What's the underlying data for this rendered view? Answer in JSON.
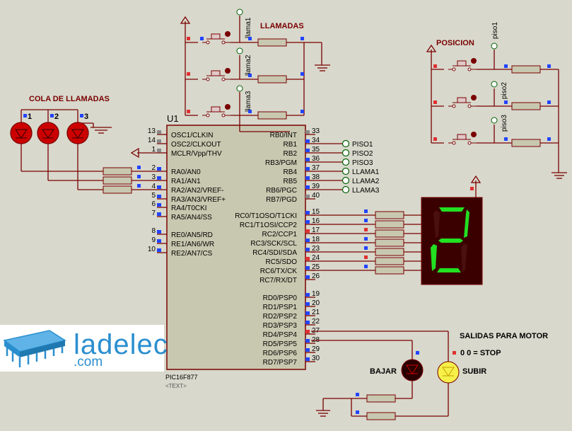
{
  "headings": {
    "llamadas": "LLAMADAS",
    "posicion": "POSICION",
    "cola": "COLA DE LLAMADAS",
    "salidas": "SALIDAS PARA MOTOR",
    "stop": "0  0 = STOP",
    "bajar": "BAJAR",
    "subir": "SUBIR"
  },
  "chip": {
    "ref": "U1",
    "part": "PIC16F877",
    "text": "<TEXT>",
    "left_pins": [
      {
        "num": "13",
        "name": "OSC1/CLKIN"
      },
      {
        "num": "14",
        "name": "OSC2/CLKOUT"
      },
      {
        "num": "1",
        "name": "MCLR/Vpp/THV"
      },
      {
        "num": "2",
        "name": "RA0/AN0"
      },
      {
        "num": "3",
        "name": "RA1/AN1"
      },
      {
        "num": "4",
        "name": "RA2/AN2/VREF-"
      },
      {
        "num": "5",
        "name": "RA3/AN3/VREF+"
      },
      {
        "num": "6",
        "name": "RA4/T0CKI"
      },
      {
        "num": "7",
        "name": "RA5/AN4/SS"
      },
      {
        "num": "8",
        "name": "RE0/AN5/RD"
      },
      {
        "num": "9",
        "name": "RE1/AN6/WR"
      },
      {
        "num": "10",
        "name": "RE2/AN7/CS"
      }
    ],
    "right_pins": [
      {
        "num": "33",
        "name": "RB0/INT"
      },
      {
        "num": "34",
        "name": "RB1"
      },
      {
        "num": "35",
        "name": "RB2"
      },
      {
        "num": "36",
        "name": "RB3/PGM"
      },
      {
        "num": "37",
        "name": "RB4"
      },
      {
        "num": "38",
        "name": "RB5"
      },
      {
        "num": "39",
        "name": "RB6/PGC"
      },
      {
        "num": "40",
        "name": "RB7/PGD"
      },
      {
        "num": "15",
        "name": "RC0/T1OSO/T1CKI"
      },
      {
        "num": "16",
        "name": "RC1/T1OSI/CCP2"
      },
      {
        "num": "17",
        "name": "RC2/CCP1"
      },
      {
        "num": "18",
        "name": "RC3/SCK/SCL"
      },
      {
        "num": "23",
        "name": "RC4/SDI/SDA"
      },
      {
        "num": "24",
        "name": "RC5/SDO"
      },
      {
        "num": "25",
        "name": "RC6/TX/CK"
      },
      {
        "num": "26",
        "name": "RC7/RX/DT"
      },
      {
        "num": "19",
        "name": "RD0/PSP0"
      },
      {
        "num": "20",
        "name": "RD1/PSP1"
      },
      {
        "num": "21",
        "name": "RD2/PSP2"
      },
      {
        "num": "22",
        "name": "RD3/PSP3"
      },
      {
        "num": "27",
        "name": "RD4/PSP4"
      },
      {
        "num": "28",
        "name": "RD5/PSP5"
      },
      {
        "num": "29",
        "name": "RD6/PSP6"
      },
      {
        "num": "30",
        "name": "RD7/PSP7"
      }
    ]
  },
  "net_labels": {
    "piso1": "PISO1",
    "piso2": "PISO2",
    "piso3": "PISO3",
    "llama1": "LLAMA1",
    "llama2": "LLAMA2",
    "llama3": "LLAMA3"
  },
  "switch_labels": {
    "llama1": "llama1",
    "llama2": "llama2",
    "llama3": "llama3",
    "piso1": "piso1",
    "piso2": "piso2",
    "piso3": "piso3"
  },
  "led_labels": [
    "1",
    "2",
    "3"
  ],
  "display": {
    "digit": "2"
  },
  "logo": {
    "word": "ladelec",
    "sub": ".com"
  },
  "colors": {
    "wire": "#7a0000",
    "chip_fill": "#c8c8b0",
    "segment_on": "#22e022",
    "display_bg": "#3a0000"
  }
}
